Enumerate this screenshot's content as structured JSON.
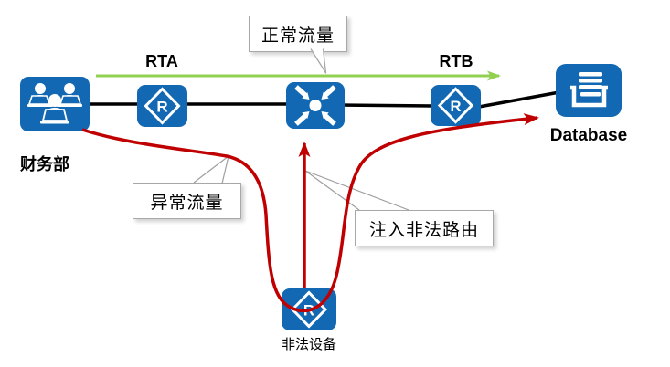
{
  "diagram": {
    "router_letter": "R",
    "nodes": [
      {
        "id": "finance",
        "label": "财务部"
      },
      {
        "id": "rta",
        "label": "RTA"
      },
      {
        "id": "switch",
        "label": ""
      },
      {
        "id": "rtb",
        "label": "RTB"
      },
      {
        "id": "database",
        "label": "Database"
      },
      {
        "id": "illegal",
        "label": "非法设备"
      }
    ],
    "callouts": {
      "normal_traffic": "正常流量",
      "abnormal_traffic": "异常流量",
      "inject_route": "注入非法路由"
    },
    "colors": {
      "node_blue": "#1268B2",
      "normal_traffic_green": "#92D050",
      "attack_red": "#C00000",
      "callout_border": "#A8A8A8",
      "leader_gray": "#9E9E9E",
      "link_black": "#000000"
    }
  }
}
